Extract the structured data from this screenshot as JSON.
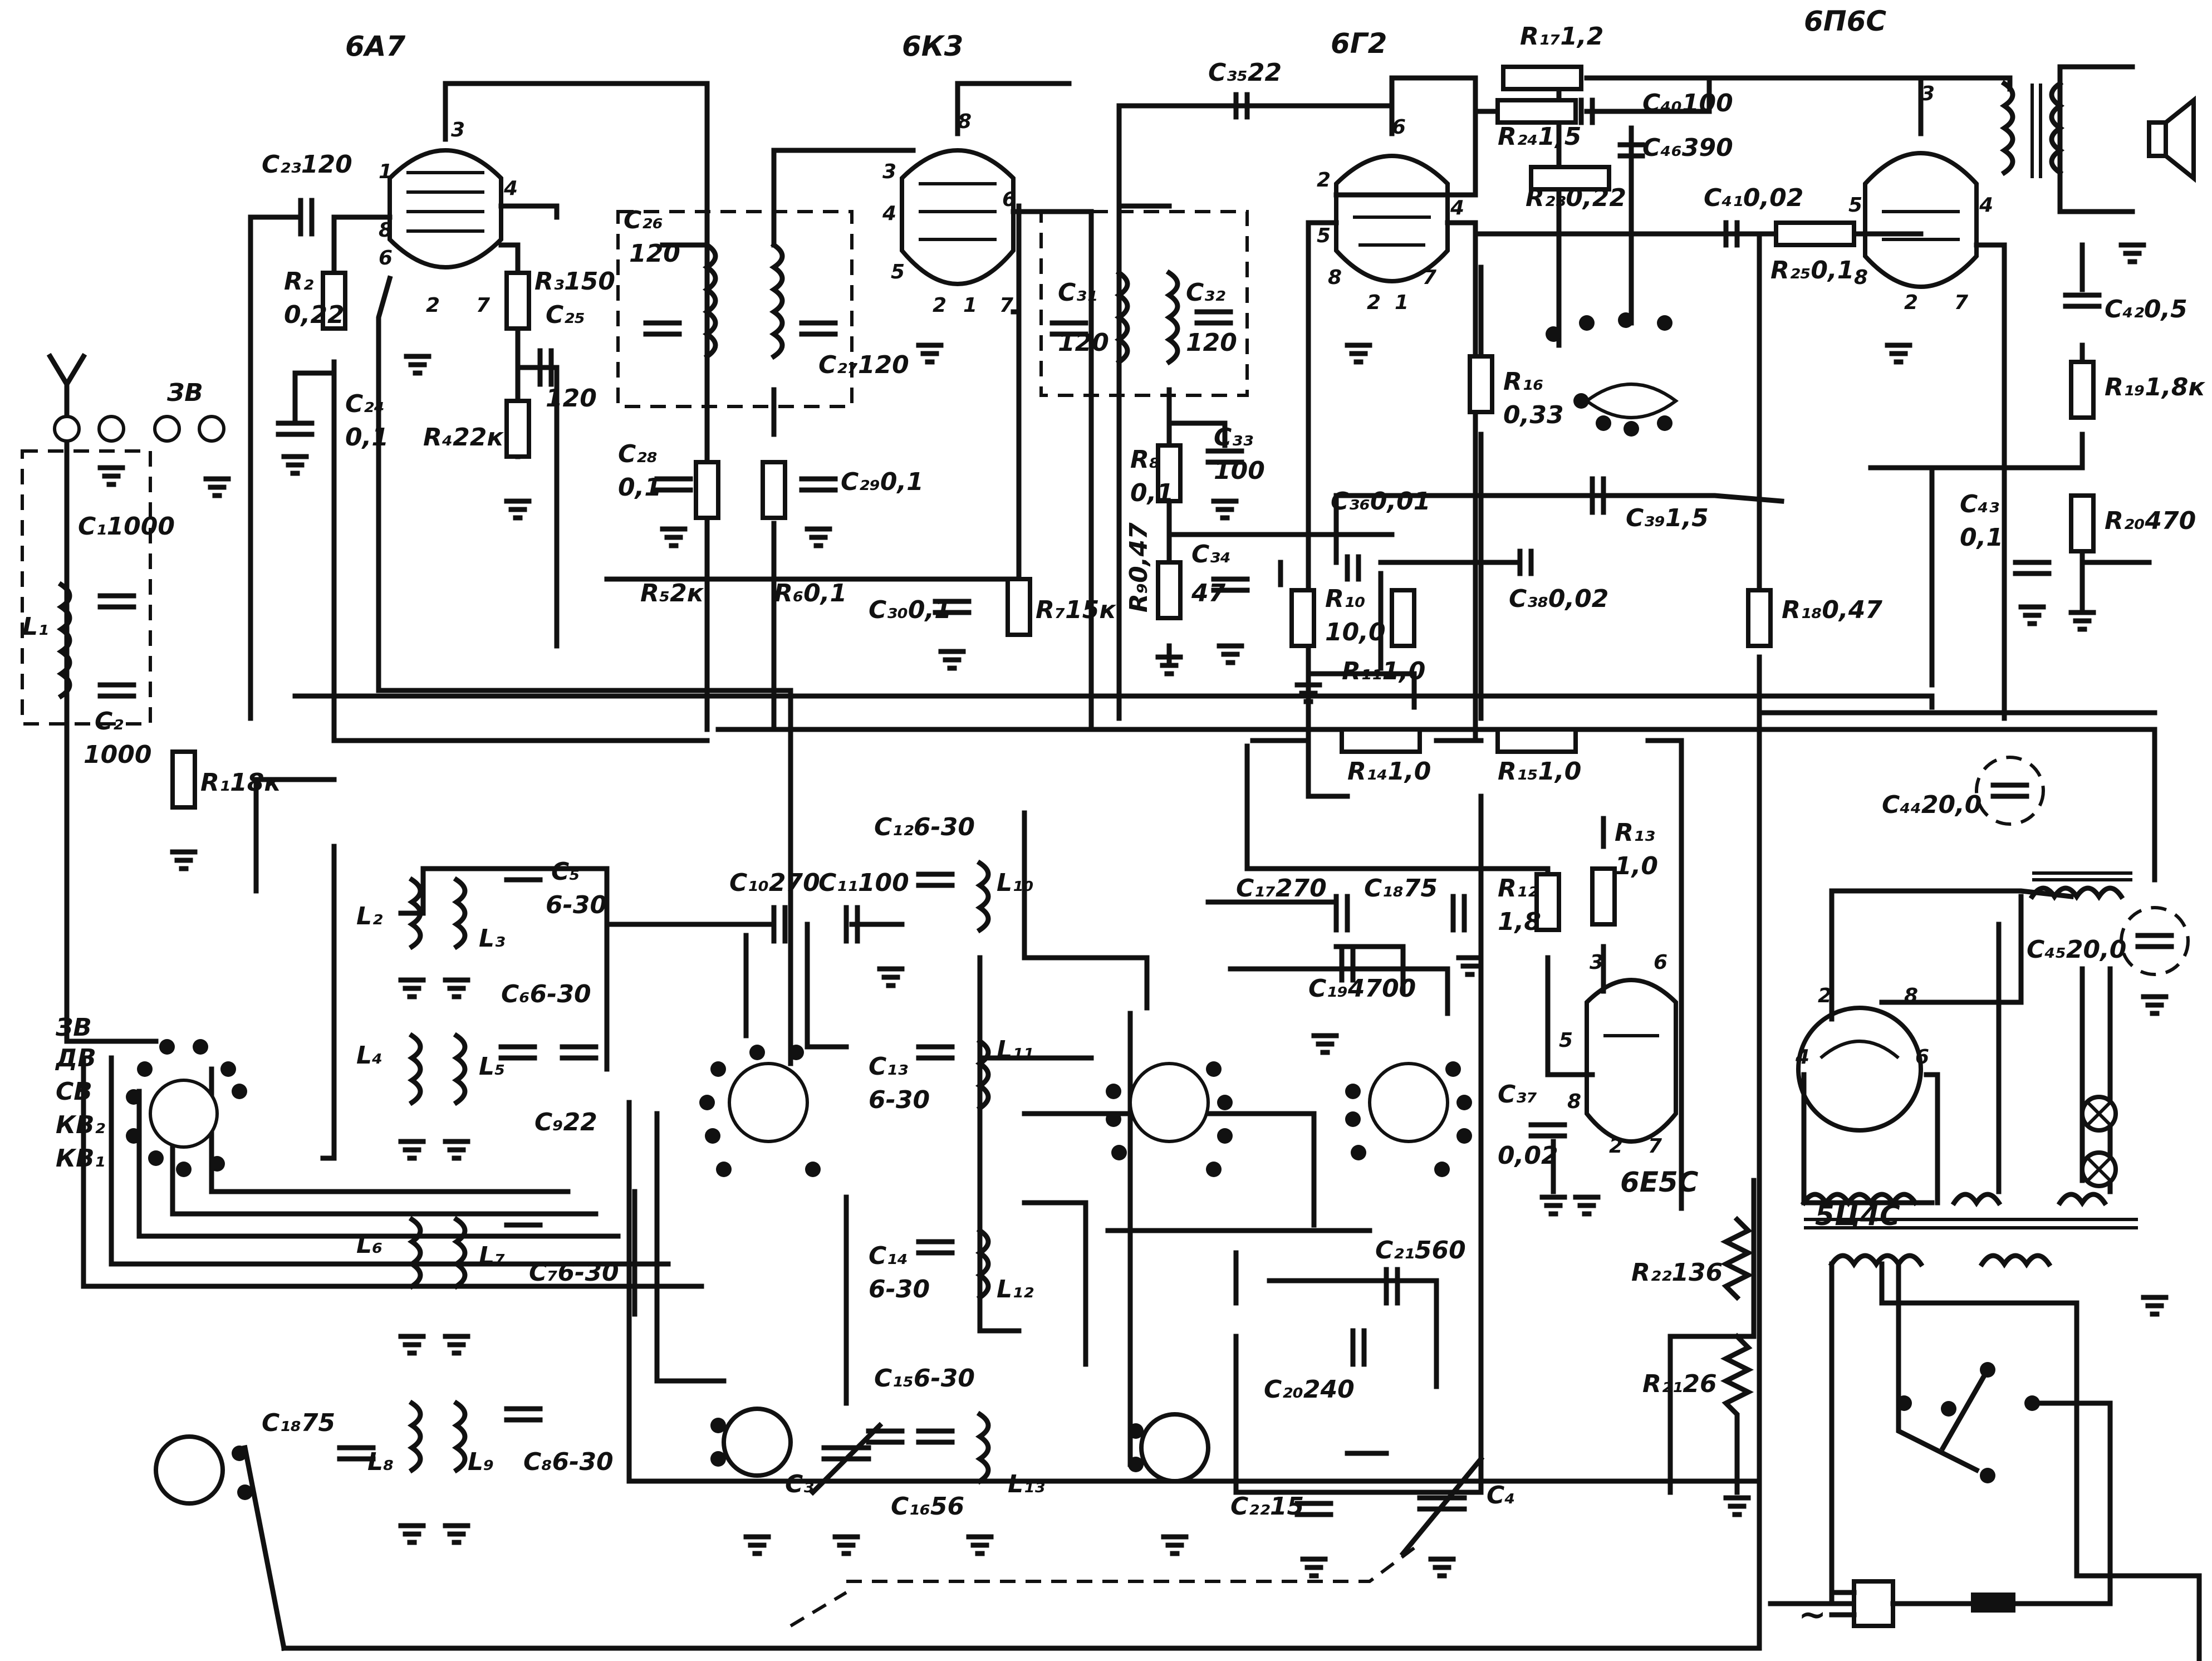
{
  "colors": {
    "ink": "#111111",
    "paper": "#ffffff"
  },
  "tubes": {
    "v1": "6А7",
    "v2": "6К3",
    "v3": "6Г2",
    "v4": "6П6С",
    "v5": "5Ц4С",
    "v6": "6Е5С"
  },
  "pins": {
    "v1": [
      "1",
      "3",
      "4",
      "8",
      "6",
      "2",
      "7"
    ],
    "v2": [
      "8",
      "3",
      "4",
      "5",
      "6",
      "2",
      "1",
      "7"
    ],
    "v3": [
      "6",
      "2",
      "5",
      "4",
      "8",
      "2",
      "1",
      "7"
    ],
    "v4": [
      "3",
      "5",
      "4",
      "8",
      "2",
      "7"
    ],
    "v5": [
      "2",
      "8",
      "4",
      "6"
    ],
    "v6": [
      "3",
      "6",
      "5",
      "8",
      "2",
      "7"
    ]
  },
  "labels": {
    "C1": "C₁1000",
    "C2": "C₂",
    "C2v": "1000",
    "L1": "L₁",
    "R1": "R₁18к",
    "C23": "C₂₃120",
    "R2": "R₂",
    "R2v": "0,22",
    "C24": "C₂₄",
    "C24v": "0,1",
    "R3": "R₃150",
    "C25": "C₂₅",
    "C25v": "120",
    "R4": "R₄22к",
    "C26": "C₂₆",
    "C26v": "120",
    "C27": "C₂₇120",
    "C28": "C₂₈",
    "C28v": "0,1",
    "C29": "C₂₉0,1",
    "R5": "R₅2к",
    "R6": "R₆0,1",
    "C30": "C₃₀0,1",
    "R7": "R₇15к",
    "C31": "C₃₁",
    "C31v": "120",
    "C32": "C₃₂",
    "C32v": "120",
    "C33": "C₃₃",
    "C33v": "100",
    "R8": "R₈",
    "R8v": "0,1",
    "R9": "R₉0,47",
    "C34": "C₃₄",
    "C34v": "47",
    "C35": "C₃₅22",
    "R17": "R₁₇1,2",
    "R24": "R₂₄1,5",
    "C40": "C₄₀100",
    "C46": "C₄₆390",
    "R23": "R₂₃0,22",
    "C41": "C₄₁0,02",
    "R25": "R₂₅0,1",
    "R16": "R₁₆",
    "R16v": "0,33",
    "C36": "C₃₆0,01",
    "C39": "C₃₉1,5",
    "C38": "C₃₈0,02",
    "R10": "R₁₀",
    "R10v": "10,0",
    "R11": "R₁₁1,0",
    "R18": "R₁₈0,47",
    "C42": "C₄₂0,5",
    "R19": "R₁₉1,8к",
    "C43": "C₄₃",
    "C43v": "0,1",
    "R20": "R₂₀470",
    "R14": "R₁₄1,0",
    "R15": "R₁₅1,0",
    "C44": "C₄₄20,0",
    "C45": "C₄₅20,0",
    "R12": "R₁₂",
    "R12v": "1,8",
    "R13": "R₁₃",
    "R13v": "1,0",
    "C37": "C₃₇",
    "C37v": "0,02",
    "R22": "R₂₂136",
    "R21": "R₂₁26",
    "L2": "L₂",
    "L3": "L₃",
    "C5": "C₅",
    "C5v": "6-30",
    "L4": "L₄",
    "L5": "L₅",
    "C6": "C₆6-30",
    "C9": "C₉22",
    "L6": "L₆",
    "L7": "L₇",
    "C7": "C₇6-30",
    "C18a": "C₁₈75",
    "L8": "L₈",
    "L9": "L₉",
    "C8": "C₈6-30",
    "C10": "C₁₀270",
    "C11": "C₁₁100",
    "C3": "C₃",
    "C12": "C₁₂6-30",
    "L10": "L₁₀",
    "C13": "C₁₃",
    "C13v": "6-30",
    "L11": "L₁₁",
    "C14": "C₁₄",
    "C14v": "6-30",
    "L12": "L₁₂",
    "C15": "C₁₅6-30",
    "C16": "C₁₆56",
    "L13": "L₁₃",
    "C17": "C₁₇270",
    "C18b": "C₁₈75",
    "C19": "C₁₉4700",
    "C21": "C₂₁560",
    "C20": "C₂₀240",
    "C22": "C₂₂15",
    "C4": "C₄"
  },
  "band_labels": [
    "ЗВ",
    "ДВ",
    "СВ",
    "КВ₂",
    "КВ₁"
  ],
  "terminal_label": "ЗВ",
  "mains_symbol": "~",
  "icons": [
    "antenna-icon",
    "ground-icon",
    "speaker-icon",
    "lamp-icon",
    "mains-plug-icon",
    "fuse-icon",
    "tuning-eye-icon"
  ]
}
